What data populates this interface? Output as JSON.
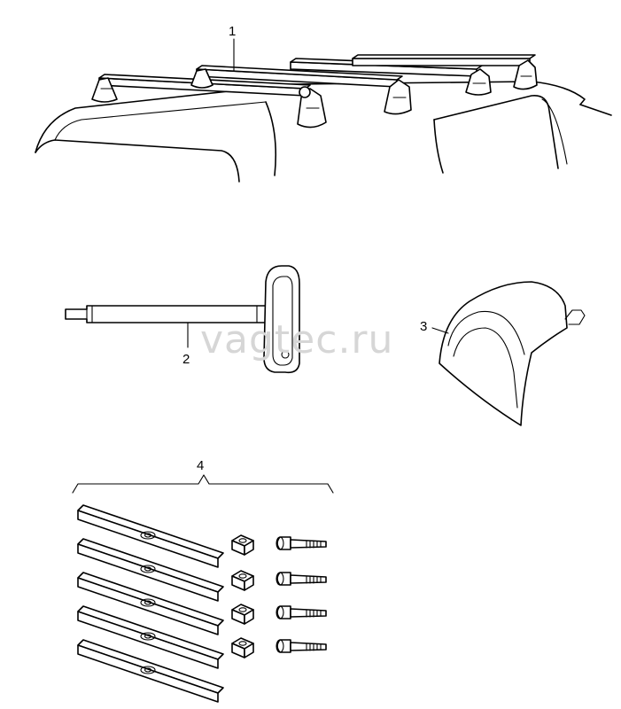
{
  "watermark": "vagtec.ru",
  "callouts": {
    "roof_rack": "1",
    "key": "2",
    "cover": "3",
    "mounting_kit": "4"
  }
}
